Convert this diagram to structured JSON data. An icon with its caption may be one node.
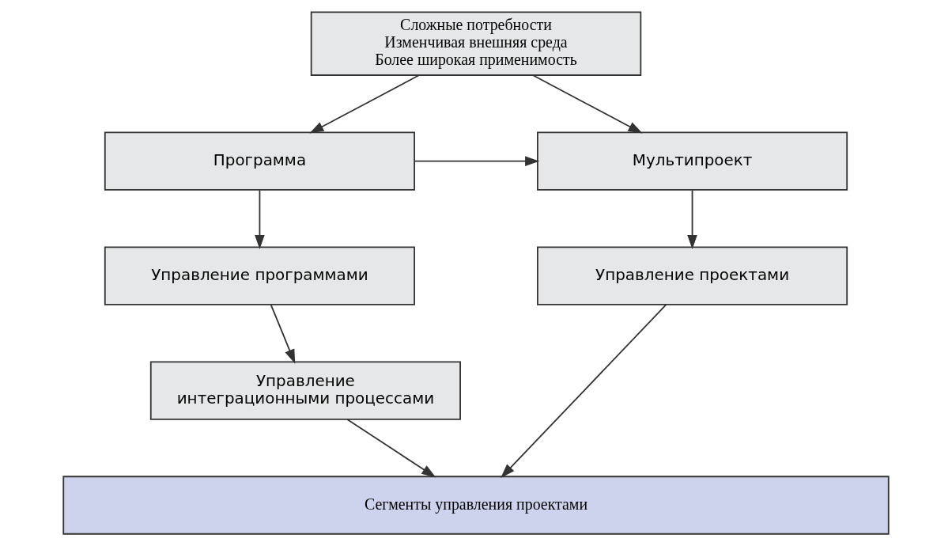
{
  "diagram": {
    "nodes": [
      {
        "text": [
          "Сложные потребности",
          "Изменчивая внешняя среда",
          "Более широкая применимость"
        ]
      },
      {
        "text": [
          "Программа"
        ]
      },
      {
        "text": [
          "Мультипроект"
        ]
      },
      {
        "text": [
          "Управление программами"
        ]
      },
      {
        "text": [
          "Управление проектами"
        ]
      },
      {
        "text": [
          "Управление интеграционными процессами"
        ]
      },
      {
        "text": [
          "Сегменты управления проектами"
        ]
      }
    ],
    "edges": [
      {
        "from": 0,
        "to": 1,
        "arrow": "to"
      },
      {
        "from": 0,
        "to": 2,
        "arrow": "to"
      },
      {
        "from": 1,
        "to": 2,
        "arrow": "to"
      },
      {
        "from": 1,
        "to": 3,
        "arrow": "to"
      },
      {
        "from": 2,
        "to": 4,
        "arrow": "to"
      },
      {
        "from": 3,
        "to": 5,
        "arrow": "to"
      },
      {
        "from": 5,
        "to": 6,
        "arrow": "to"
      },
      {
        "from": 4,
        "to": 6,
        "arrow": "to"
      }
    ]
  }
}
